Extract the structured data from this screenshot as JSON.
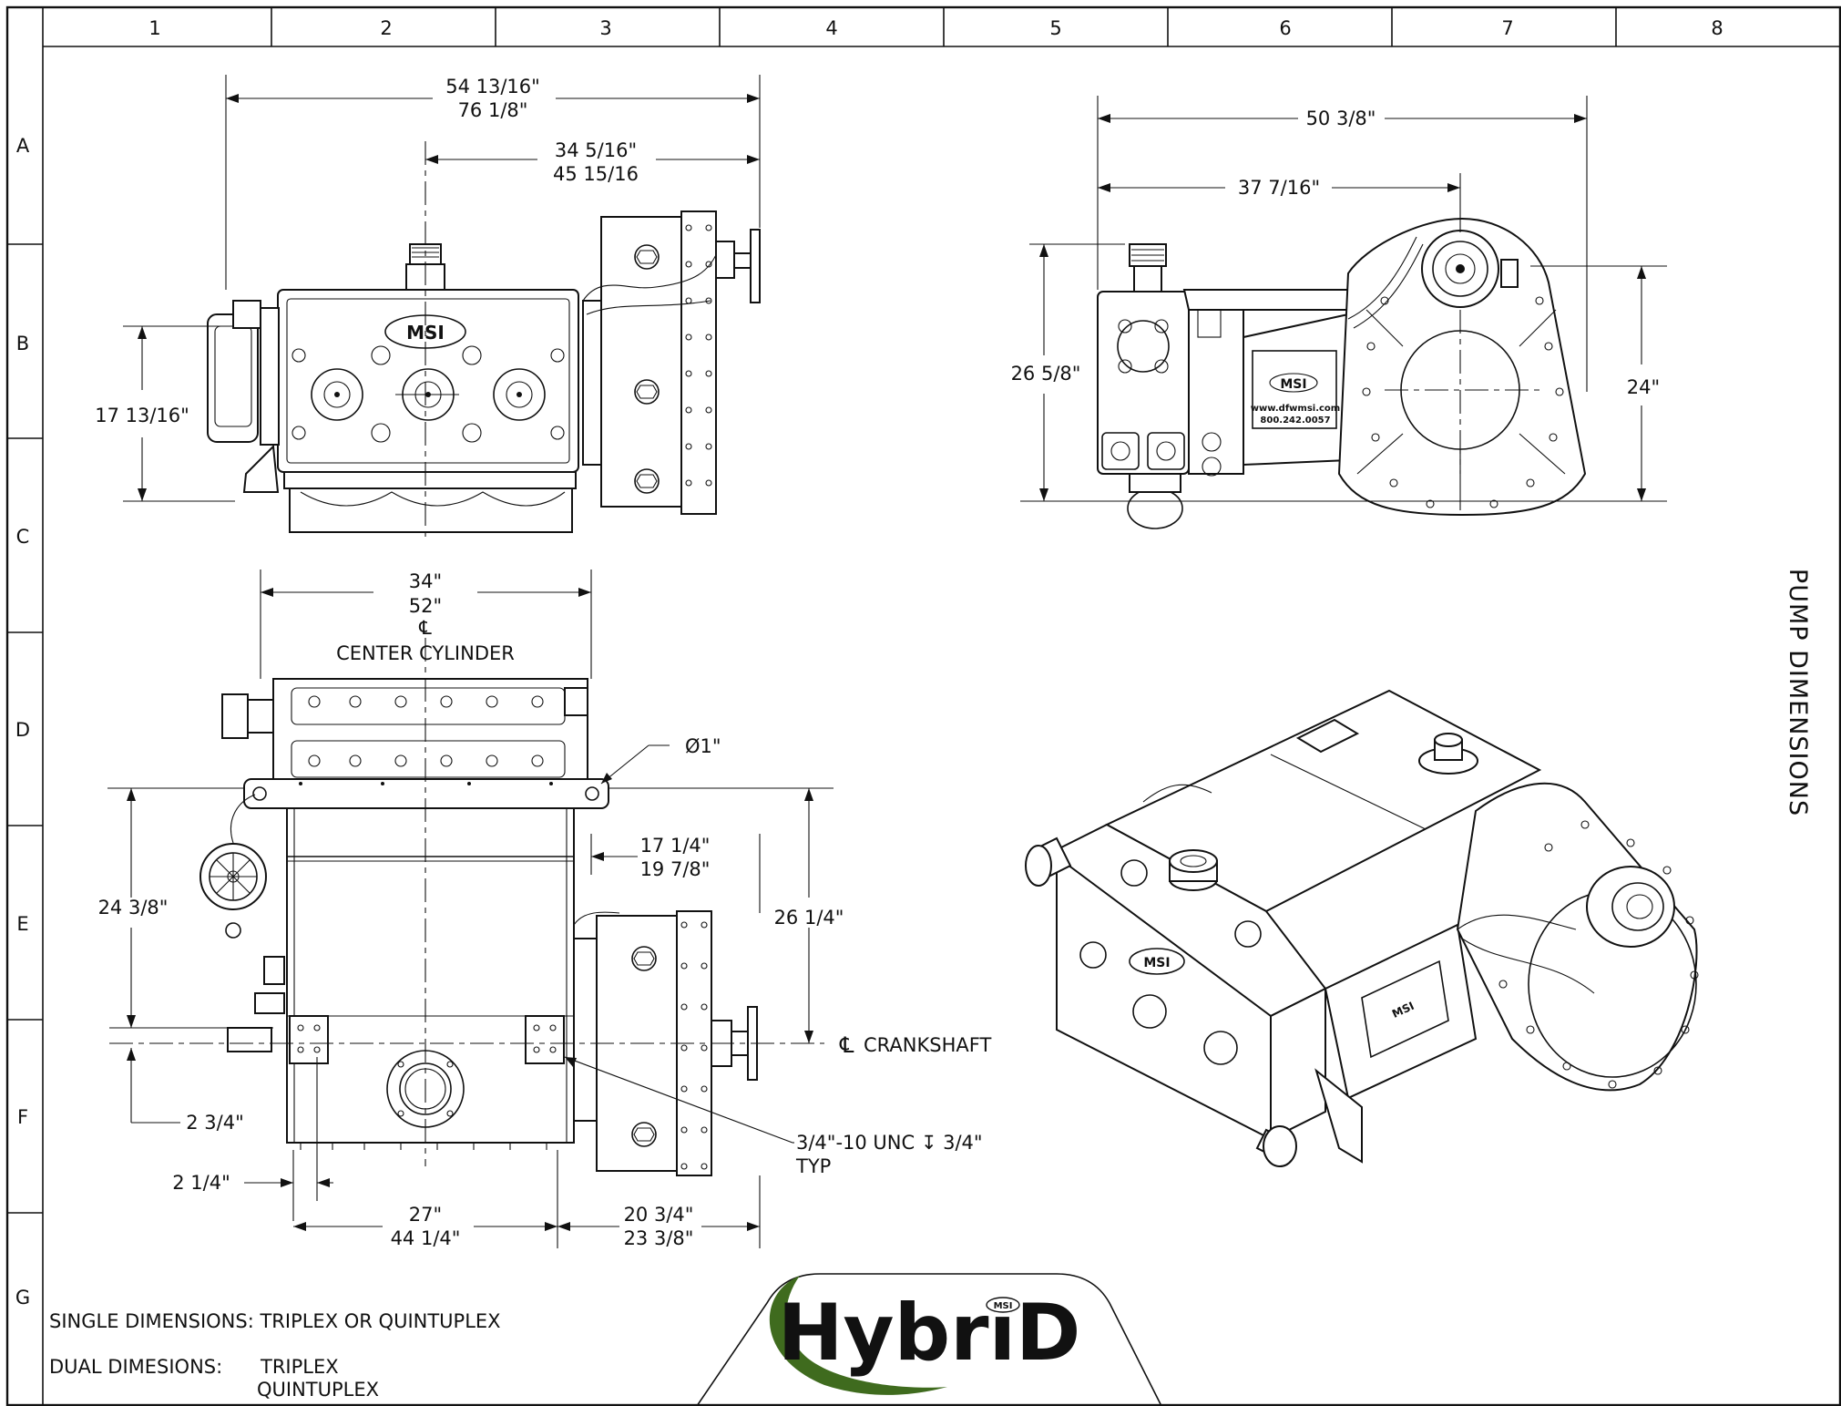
{
  "zones": {
    "columns": [
      "1",
      "2",
      "3",
      "4",
      "5",
      "6",
      "7",
      "8"
    ],
    "rows": [
      "A",
      "B",
      "C",
      "D",
      "E",
      "F",
      "G"
    ]
  },
  "sheet_title": "PUMP DIMENSIONS",
  "dimensions": {
    "top_overall_single": "54 13/16\"",
    "top_overall_dual": "76 1/8\"",
    "top_partial_single": "34 5/16\"",
    "top_partial_dual": "45 15/16",
    "top_left_height": "17 13/16\"",
    "side_overall": "50 3/8\"",
    "side_partial": "37 7/16\"",
    "side_height_left": "26 5/8\"",
    "side_height_right": "24\"",
    "plan_width_single": "34\"",
    "plan_width_dual": "52\"",
    "center_cylinder_label": "CENTER CYLINDER",
    "hole_dia": "Ø1\"",
    "power_end_offset_single": "17 1/4\"",
    "power_end_offset_dual": "19 7/8\"",
    "plan_height_left": "24 3/8\"",
    "plan_height_right": "26 1/4\"",
    "crankshaft_label": "CRANKSHAFT",
    "foot_offset": "2 3/4\"",
    "foot_inset": "2 1/4\"",
    "base_width_single": "27\"",
    "base_width_dual": "44 1/4\"",
    "power_width_single": "20 3/4\"",
    "power_width_dual": "23 3/8\"",
    "thread_callout": "3/4\"-10 UNC ↧ 3/4\"",
    "thread_callout_note": "TYP"
  },
  "cl_symbol": "℄",
  "notes": {
    "single": "SINGLE DIMENSIONS: TRIPLEX OR QUINTUPLEX",
    "dual_label": "DUAL DIMESIONS:",
    "dual_line1": "TRIPLEX",
    "dual_line2": "QUINTUPLEX"
  },
  "logo": {
    "text": "HybriD",
    "badge": "MSI",
    "swoosh_color": "#3f6b1e"
  },
  "plate_texts": {
    "brand": "MSI",
    "web": "www.dfwmsi.com",
    "phone": "800.242.0057"
  }
}
